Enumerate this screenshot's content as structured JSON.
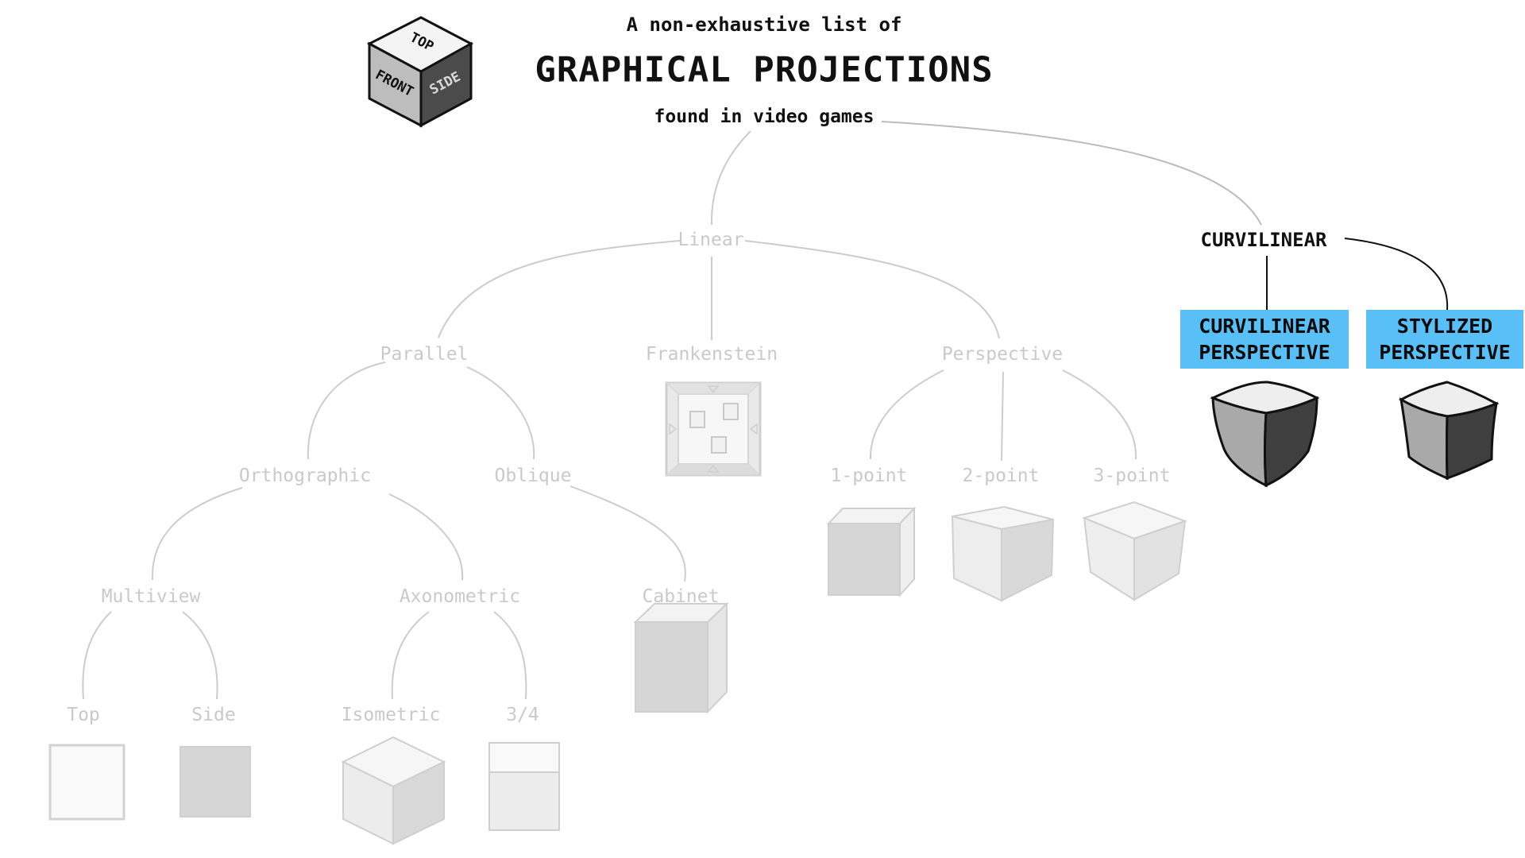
{
  "header": {
    "subtitle_top": "A non-exhaustive list of",
    "title": "GRAPHICAL PROJECTIONS",
    "subtitle_bottom": "found in video games",
    "logo": {
      "top_face": "TOP",
      "front_face": "FRONT",
      "side_face": "SIDE"
    }
  },
  "tree": {
    "linear": "Linear",
    "curvilinear": "CURVILINEAR",
    "parallel": "Parallel",
    "frankenstein": "Frankenstein",
    "perspective": "Perspective",
    "orthographic": "Orthographic",
    "oblique": "Oblique",
    "multiview": "Multiview",
    "axonometric": "Axonometric",
    "cabinet": "Cabinet",
    "top": "Top",
    "side": "Side",
    "isometric": "Isometric",
    "three_quarter": "3/4",
    "one_point": "1-point",
    "two_point": "2-point",
    "three_point": "3-point",
    "curvilinear_perspective": [
      "CURVILINEAR",
      "PERSPECTIVE"
    ],
    "stylized_perspective": [
      "STYLIZED",
      "PERSPECTIVE"
    ]
  },
  "colors": {
    "faded_text": "#c9c9c9",
    "faded_line": "#cccccc",
    "highlight_box": "#59c0f7",
    "dark": "#111111"
  }
}
